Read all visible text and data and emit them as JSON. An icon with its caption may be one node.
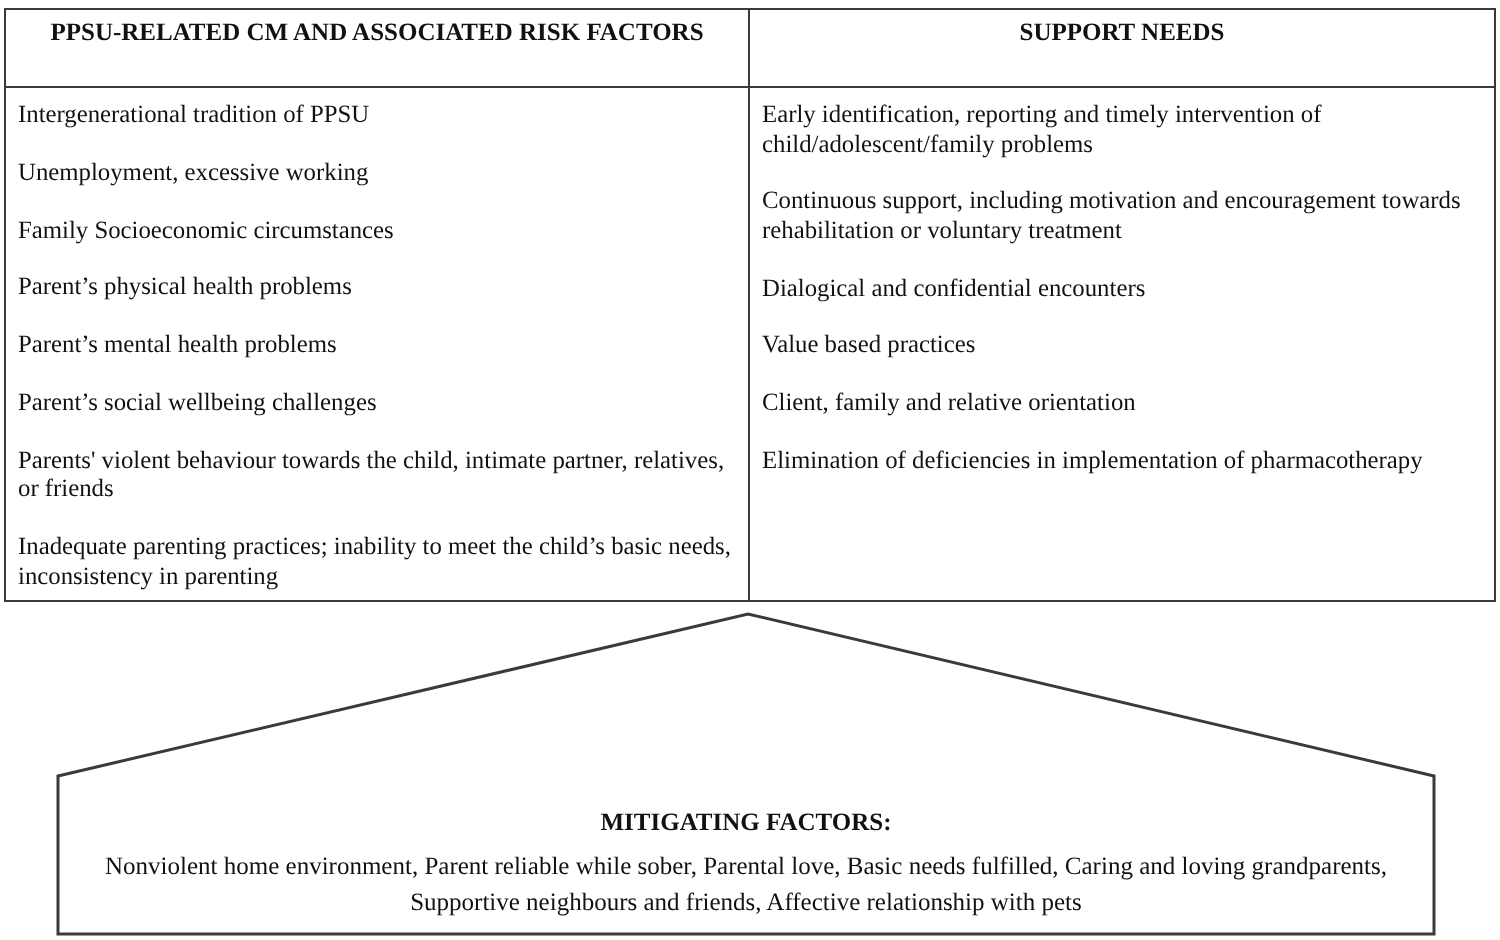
{
  "diagram": {
    "nodes": [
      {
        "text": [
          "PPSU-RELATED CM AND ASSOCIATED RISK FACTORS"
        ]
      },
      {
        "text": [
          "SUPPORT NEEDS"
        ]
      },
      {
        "text": [
          "Intergenerational tradition of PPSU",
          "Unemployment, excessive working",
          "Family Socioeconomic circumstances",
          "Parent’s physical health problems",
          "Parent’s mental health problems",
          "Parent’s social wellbeing challenges",
          "Parents' violent behaviour towards the child, intimate partner, relatives, or friends",
          "Inadequate parenting practices; inability to meet the child’s basic needs, inconsistency in parenting"
        ]
      },
      {
        "text": [
          "Early identification, reporting and timely intervention of child/adolescent/family problems",
          "Continuous support, including motivation and encouragement towards rehabilitation or voluntary treatment",
          "Dialogical and confidential encounters",
          "Value based practices",
          "Client, family and relative orientation",
          "Elimination of deficiencies in implementation of pharmacotherapy"
        ]
      },
      {
        "text": [
          "MITIGATING FACTORS:",
          "Nonviolent home environment, Parent reliable while sober, Parental love, Basic needs fulfilled, Caring and loving grandparents, Supportive neighbours and friends, Affective relationship with pets"
        ]
      }
    ]
  }
}
